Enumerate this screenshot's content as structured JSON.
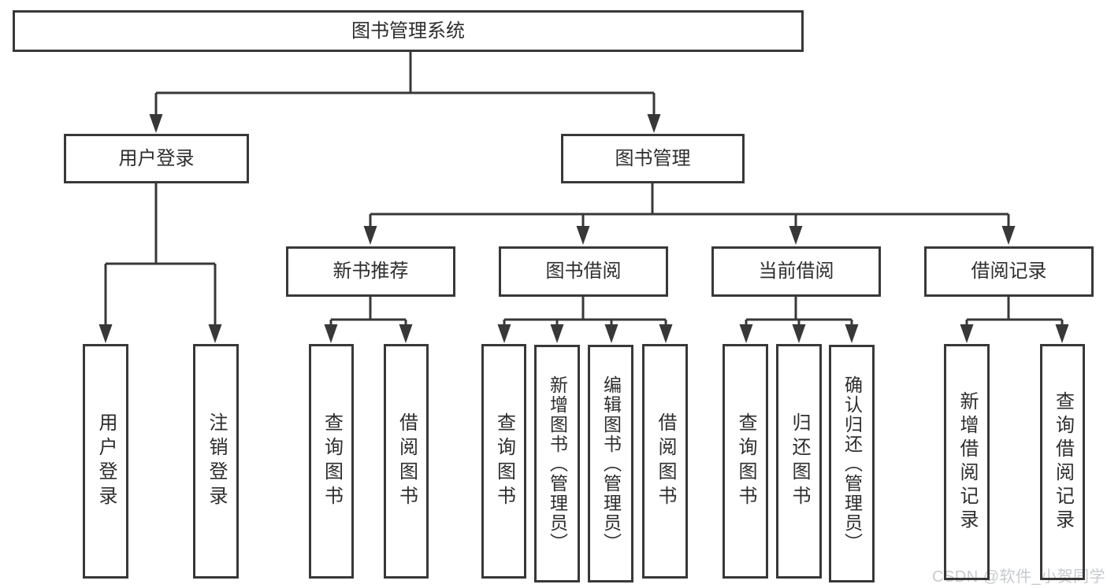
{
  "diagram": {
    "title": "图书管理系统",
    "branches": [
      {
        "label": "用户登录",
        "children": [
          {
            "label": "用户登录"
          },
          {
            "label": "注销登录"
          }
        ]
      },
      {
        "label": "图书管理",
        "children": [
          {
            "label": "新书推荐",
            "children": [
              {
                "label": "查询图书"
              },
              {
                "label": "借阅图书"
              }
            ]
          },
          {
            "label": "图书借阅",
            "children": [
              {
                "label": "查询图书"
              },
              {
                "label": "新增图书（管理员）"
              },
              {
                "label": "编辑图书（管理员）"
              },
              {
                "label": "借阅图书"
              }
            ]
          },
          {
            "label": "当前借阅",
            "children": [
              {
                "label": "查询图书"
              },
              {
                "label": "归还图书"
              },
              {
                "label": "确认归还（管理员）"
              }
            ]
          },
          {
            "label": "借阅记录",
            "children": [
              {
                "label": "新增借阅记录"
              },
              {
                "label": "查询借阅记录"
              }
            ]
          }
        ]
      }
    ]
  },
  "watermark": {
    "text": "CSDN @软件_小贺同学",
    "color": "#c7cacd"
  },
  "colors": {
    "line": "#383838",
    "text": "#2d2d2d",
    "background": "#ffffff"
  }
}
